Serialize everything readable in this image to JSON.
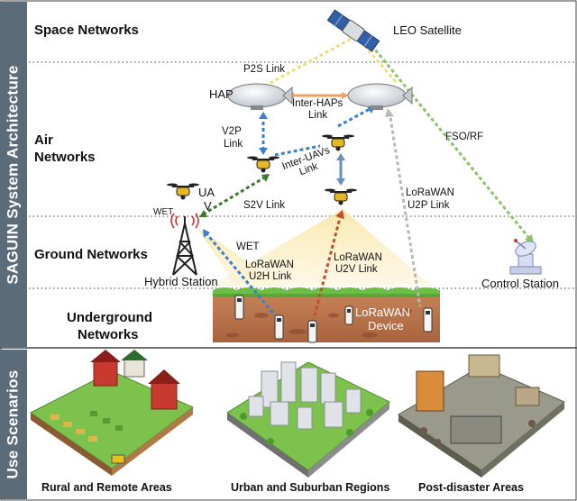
{
  "sections": {
    "architecture": "SAGUIN System Architecture",
    "scenarios": "Use Scenarios"
  },
  "layers": {
    "space": "Space Networks",
    "air_1": "Air",
    "air_2": "Networks",
    "ground": "Ground Networks",
    "underground_1": "Underground",
    "underground_2": "Networks"
  },
  "nodes": {
    "leo": "LEO Satellite",
    "hap": "HAP",
    "uav_1": "UA",
    "uav_2": "V",
    "wet_tag": "WET",
    "hybrid": "Hybrid Station",
    "control": "Control Station",
    "device_1": "LoRaWAN",
    "device_2": "Device"
  },
  "links": {
    "p2s": "P2S Link",
    "inter_haps_1": "Inter-HAPs",
    "inter_haps_2": "Link",
    "v2p_1": "V2P",
    "v2p_2": "Link",
    "inter_uavs_1": "Inter-UAVs",
    "inter_uavs_2": "Link",
    "fso_rf": "FSO/RF",
    "u2p_1": "LoRaWAN",
    "u2p_2": "U2P Link",
    "s2v": "S2V Link",
    "wet": "WET",
    "u2h_1": "LoRaWAN",
    "u2h_2": "U2H Link",
    "u2v_1": "LoRaWAN",
    "u2v_2": "U2V Link"
  },
  "scenarios": {
    "rural": "Rural and Remote Areas",
    "urban": "Urban and Suburban Regions",
    "disaster": "Post-disaster Areas"
  },
  "colors": {
    "sidebar": "#5a6b7a",
    "p2s": "#f2dc78",
    "inter_haps": "#f0a060",
    "blue_link": "#3a7fd0",
    "fso": "#8cc46a",
    "u2p": "#b8b8b8",
    "s2v": "#3d7a2a",
    "u2v": "#c0502a",
    "wet_beam": "#f7e3a0",
    "soil": "#b5704a",
    "grass": "#6cbe45"
  }
}
